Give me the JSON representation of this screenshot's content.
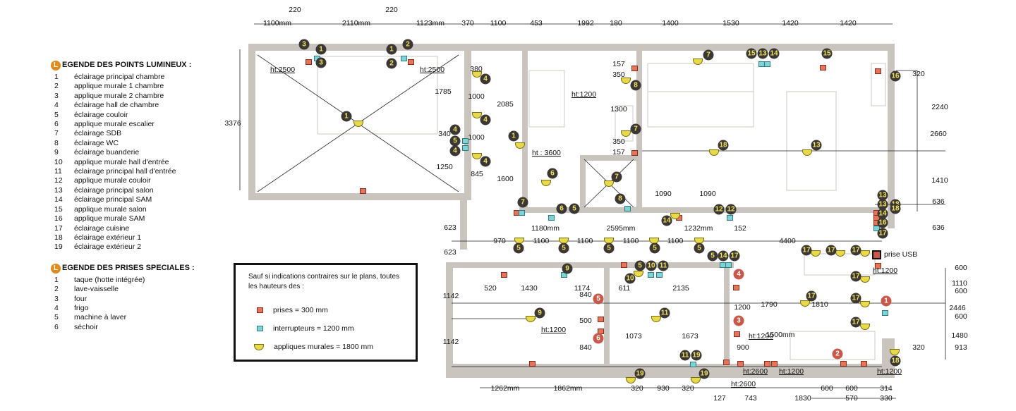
{
  "legend": {
    "lights_title": "EGENDE DES POINTS LUMINEUX :",
    "title_letter": "L",
    "lights": [
      {
        "n": "1",
        "label": "éclairage principal chambre"
      },
      {
        "n": "2",
        "label": "applique murale 1 chambre"
      },
      {
        "n": "3",
        "label": "applique murale 2 chambre"
      },
      {
        "n": "4",
        "label": "éclairage hall de chambre"
      },
      {
        "n": "5",
        "label": "éclairage couloir"
      },
      {
        "n": "6",
        "label": "applique murale escalier"
      },
      {
        "n": "7",
        "label": "éclairage SDB"
      },
      {
        "n": "8",
        "label": "éclairage WC"
      },
      {
        "n": "9",
        "label": "éclairage buanderie"
      },
      {
        "n": "10",
        "label": "applique murale hall d'entrée"
      },
      {
        "n": "11",
        "label": "éclairage principal hall d'entrée"
      },
      {
        "n": "12",
        "label": "applique murale couloir"
      },
      {
        "n": "13",
        "label": "éclairage principal salon"
      },
      {
        "n": "14",
        "label": "éclairage principal SAM"
      },
      {
        "n": "15",
        "label": "applique murale salon"
      },
      {
        "n": "16",
        "label": "applique murale SAM"
      },
      {
        "n": "17",
        "label": "éclairage cuisine"
      },
      {
        "n": "18",
        "label": "éclairage extérieur 1"
      },
      {
        "n": "19",
        "label": "éclairage extérieur 2"
      }
    ],
    "outlets_title": "EGENDE DES PRISES SPECIALES :",
    "outlets": [
      {
        "n": "1",
        "label": "taque (hotte intégrée)"
      },
      {
        "n": "2",
        "label": "lave-vaisselle"
      },
      {
        "n": "3",
        "label": "four"
      },
      {
        "n": "4",
        "label": "frigo"
      },
      {
        "n": "5",
        "label": "machine à laver"
      },
      {
        "n": "6",
        "label": "séchoir"
      }
    ]
  },
  "note": {
    "text": "Sauf si indications contraires sur le plans, toutes les hauteurs des :",
    "items": [
      {
        "symbol": "prise",
        "label": "prises = 300 mm"
      },
      {
        "symbol": "interrupteur",
        "label": "interrupteurs = 1200 mm"
      },
      {
        "symbol": "applique",
        "label": "appliques murales = 1800 mm"
      }
    ]
  },
  "colors": {
    "wall": "#c9c4bd",
    "marker_dark": "#3b3735",
    "marker_text": "#f3e35c",
    "marker_red": "#c9584a",
    "prise": "#e4745a",
    "interrupteur": "#7fd3d6",
    "applique": "#e8d94a"
  },
  "plan": {
    "dims": [
      "220",
      "220",
      "1100mm",
      "2110mm",
      "1123mm",
      "370",
      "1100",
      "453",
      "1992",
      "180",
      "1400",
      "1530",
      "1420",
      "1420",
      "3376",
      "380",
      "1785",
      "1000",
      "340",
      "1000",
      "2085",
      "1250",
      "845",
      "1600",
      "157",
      "350",
      "1300",
      "350",
      "157",
      "320",
      "2240",
      "2660",
      "1410",
      "636",
      "636",
      "1090",
      "1090",
      "623",
      "623",
      "1180mm",
      "2595mm",
      "1232mm",
      "152",
      "970",
      "1100",
      "1100",
      "1100",
      "1100",
      "4400",
      "520",
      "1430",
      "1174",
      "611",
      "2135",
      "1142",
      "1142",
      "840",
      "500",
      "840",
      "1073",
      "1673",
      "1200",
      "1790",
      "1810",
      "1500mm",
      "900",
      "600",
      "1110",
      "600",
      "2446",
      "600",
      "1480",
      "320",
      "913",
      "1262mm",
      "1862mm",
      "320",
      "930",
      "320",
      "127",
      "743",
      "1830",
      "600",
      "600",
      "570",
      "314",
      "330"
    ],
    "heights": [
      "ht:2500",
      "ht:2500",
      "ht:1200",
      "ht : 3600",
      "ht:1200",
      "ht:1200",
      "ht:2600",
      "ht:1200",
      "ht:2600",
      "ht:1200",
      "ht:1200"
    ],
    "usb_label": "prise USB",
    "markers": [
      {
        "label": "3",
        "kind": "dk"
      },
      {
        "label": "1",
        "kind": "dk"
      },
      {
        "label": "3",
        "kind": "dk"
      },
      {
        "label": "1",
        "kind": "dk"
      },
      {
        "label": "2",
        "kind": "dk"
      },
      {
        "label": "2",
        "kind": "dk"
      },
      {
        "label": "1",
        "kind": "dk"
      },
      {
        "label": "4",
        "kind": "dk"
      },
      {
        "label": "4",
        "kind": "dk"
      },
      {
        "label": "4",
        "kind": "dk"
      },
      {
        "label": "4",
        "kind": "dk"
      },
      {
        "label": "5",
        "kind": "dk"
      },
      {
        "label": "4",
        "kind": "dk"
      },
      {
        "label": "1",
        "kind": "dk"
      },
      {
        "label": "6",
        "kind": "dk"
      },
      {
        "label": "7",
        "kind": "dk"
      },
      {
        "label": "6",
        "kind": "dk"
      },
      {
        "label": "5",
        "kind": "dk"
      },
      {
        "label": "7",
        "kind": "dk"
      },
      {
        "label": "8",
        "kind": "dk"
      },
      {
        "label": "8",
        "kind": "dk"
      },
      {
        "label": "7",
        "kind": "dk"
      },
      {
        "label": "7",
        "kind": "dk"
      },
      {
        "label": "15",
        "kind": "dk"
      },
      {
        "label": "13",
        "kind": "dk"
      },
      {
        "label": "14",
        "kind": "dk"
      },
      {
        "label": "15",
        "kind": "dk"
      },
      {
        "label": "16",
        "kind": "dk"
      },
      {
        "label": "18",
        "kind": "dk"
      },
      {
        "label": "13",
        "kind": "dk"
      },
      {
        "label": "14",
        "kind": "dk"
      },
      {
        "label": "12",
        "kind": "dk"
      },
      {
        "label": "12",
        "kind": "dk"
      },
      {
        "label": "13",
        "kind": "dk"
      },
      {
        "label": "13",
        "kind": "dk"
      },
      {
        "label": "14",
        "kind": "dk"
      },
      {
        "label": "16",
        "kind": "dk"
      },
      {
        "label": "18",
        "kind": "dk"
      },
      {
        "label": "17",
        "kind": "dk"
      },
      {
        "label": "18",
        "kind": "dk"
      },
      {
        "label": "5",
        "kind": "dk"
      },
      {
        "label": "5",
        "kind": "dk"
      },
      {
        "label": "5",
        "kind": "dk"
      },
      {
        "label": "5",
        "kind": "dk"
      },
      {
        "label": "5",
        "kind": "dk"
      },
      {
        "label": "5",
        "kind": "dk"
      },
      {
        "label": "14",
        "kind": "dk"
      },
      {
        "label": "17",
        "kind": "dk"
      },
      {
        "label": "9",
        "kind": "dk"
      },
      {
        "label": "5",
        "kind": "dk"
      },
      {
        "label": "10",
        "kind": "dk"
      },
      {
        "label": "11",
        "kind": "dk"
      },
      {
        "label": "10",
        "kind": "dk"
      },
      {
        "label": "4",
        "kind": "rd"
      },
      {
        "label": "5",
        "kind": "rd"
      },
      {
        "label": "9",
        "kind": "dk"
      },
      {
        "label": "11",
        "kind": "dk"
      },
      {
        "label": "6",
        "kind": "rd"
      },
      {
        "label": "3",
        "kind": "rd"
      },
      {
        "label": "11",
        "kind": "dk"
      },
      {
        "label": "19",
        "kind": "dk"
      },
      {
        "label": "19",
        "kind": "dk"
      },
      {
        "label": "19",
        "kind": "dk"
      },
      {
        "label": "2",
        "kind": "rd"
      },
      {
        "label": "17",
        "kind": "dk"
      },
      {
        "label": "17",
        "kind": "dk"
      },
      {
        "label": "17",
        "kind": "dk"
      },
      {
        "label": "17",
        "kind": "dk"
      },
      {
        "label": "17",
        "kind": "dk"
      },
      {
        "label": "17",
        "kind": "dk"
      },
      {
        "label": "17",
        "kind": "dk"
      },
      {
        "label": "1",
        "kind": "rd"
      },
      {
        "label": "18",
        "kind": "dk"
      }
    ]
  }
}
